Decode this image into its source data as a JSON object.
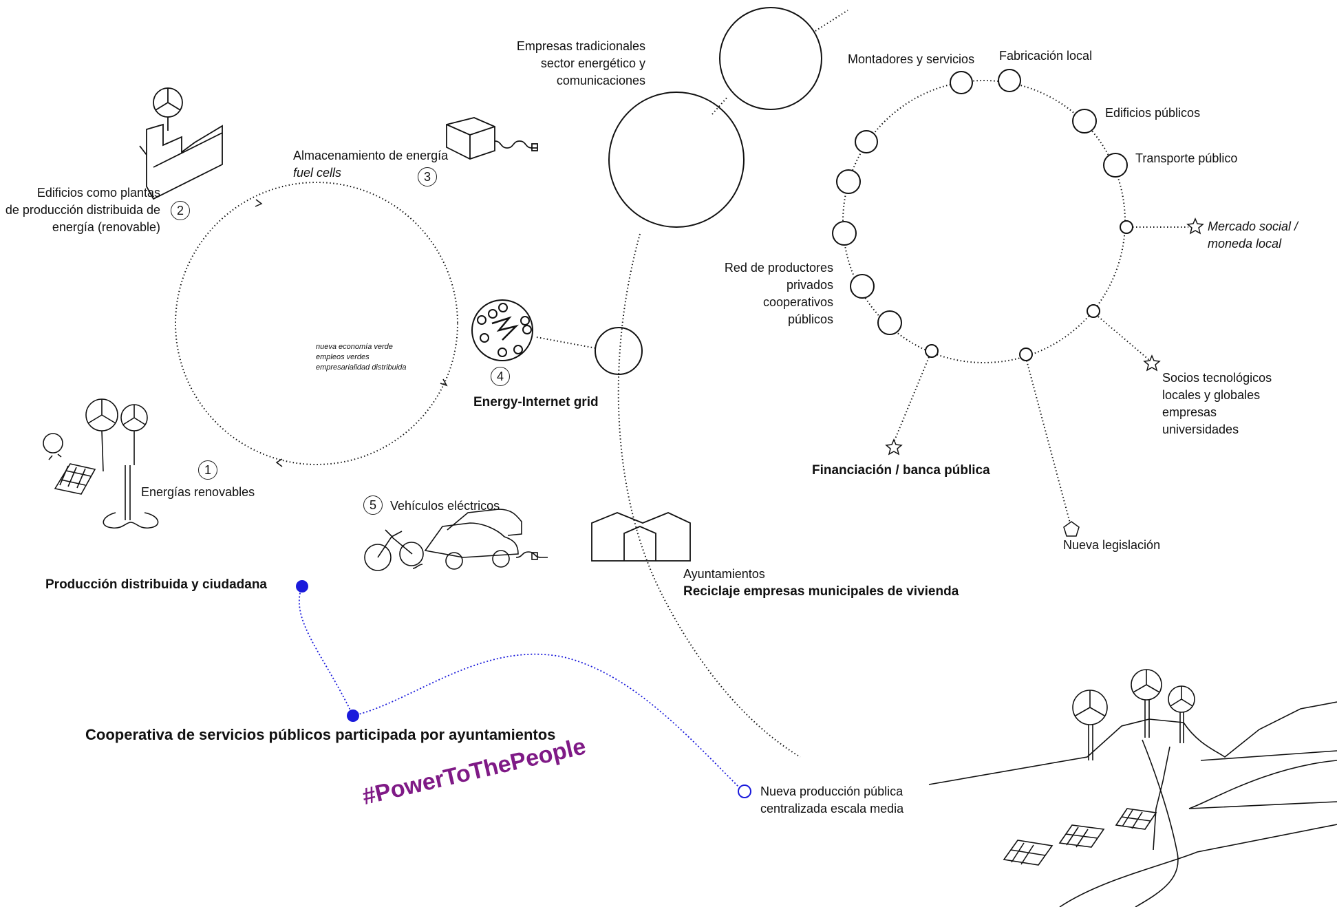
{
  "center": {
    "lines": [
      "nueva economía verde",
      "empleos verdes",
      "empresarialidad distribuida"
    ]
  },
  "pillars": {
    "p1": {
      "number": "1",
      "label": "Energías renovables"
    },
    "p2": {
      "number": "2",
      "lines": [
        "Edificios como plantas",
        "de producción distribuida de",
        "energía (renovable)"
      ]
    },
    "p3": {
      "number": "3",
      "line1": "Almacenamiento de energía",
      "line2": "fuel cells"
    },
    "p4": {
      "number": "4",
      "label": "Energy-Internet grid"
    },
    "p5": {
      "number": "5",
      "label": "Vehículos eléctricos"
    }
  },
  "traditional": {
    "lines": [
      "Empresas tradicionales",
      "sector energético y",
      "comunicaciones"
    ]
  },
  "network": {
    "montadores": "Montadores y servicios",
    "fabricacion": "Fabricación local",
    "edificios": "Edificios públicos",
    "transporte": "Transporte público",
    "mercado": [
      "Mercado social /",
      "moneda local"
    ],
    "red": [
      "Red de productores",
      "privados",
      "cooperativos",
      "públicos"
    ],
    "socios": [
      "Socios tecnológicos",
      "locales y globales",
      "empresas",
      "universidades"
    ],
    "financiacion": "Financiación / banca pública",
    "legislacion": "Nueva legislación"
  },
  "ayuntamientos": {
    "line1": "Ayuntamientos",
    "line2": "Reciclaje empresas municipales de vivienda"
  },
  "produccion": "Producción distribuida y ciudadana",
  "cooperativa": "Cooperativa de servicios públicos participada por ayuntamientos",
  "hashtag": "#PowerToThePeople",
  "nueva_produccion": [
    "Nueva producción pública",
    "centralizada escala media"
  ],
  "colors": {
    "line": "#111111",
    "accent_blue": "#1a1adb",
    "hashtag": "#7f1a86"
  }
}
